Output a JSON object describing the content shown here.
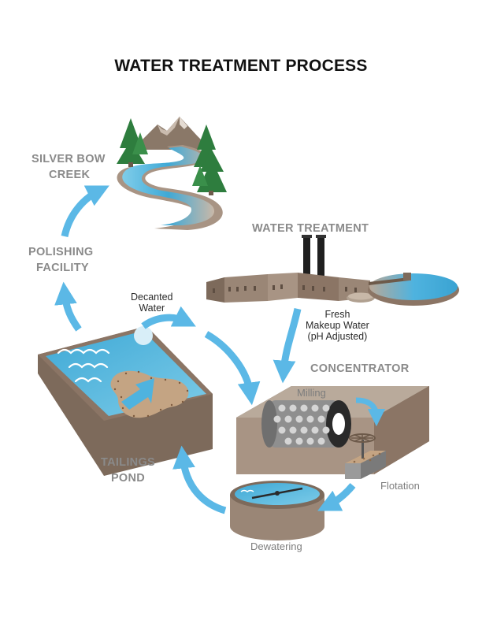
{
  "title": "WATER TREATMENT PROCESS",
  "stages": {
    "silver_bow_creek": [
      "SILVER BOW",
      "CREEK"
    ],
    "polishing_facility": [
      "POLISHING",
      "FACILITY"
    ],
    "water_treatment": "WATER TREATMENT",
    "concentrator": "CONCENTRATOR",
    "tailings_pond": [
      "TAILINGS",
      "POND"
    ]
  },
  "flows": {
    "decanted_water": [
      "Decanted",
      "Water"
    ],
    "fresh_makeup_water": [
      "Fresh",
      "Makeup Water",
      "(pH Adjusted)"
    ]
  },
  "sub_processes": {
    "milling": "Milling",
    "flotation": "Flotation",
    "dewatering": "Dewatering"
  },
  "colors": {
    "arrow_blue": "#5bb8e6",
    "water_blue": "#4fb3df",
    "earth_brown": "#8b7565",
    "sand_tan": "#c4a483",
    "label_gray": "#8a8a8a",
    "tree_green": "#2e7d3e"
  }
}
